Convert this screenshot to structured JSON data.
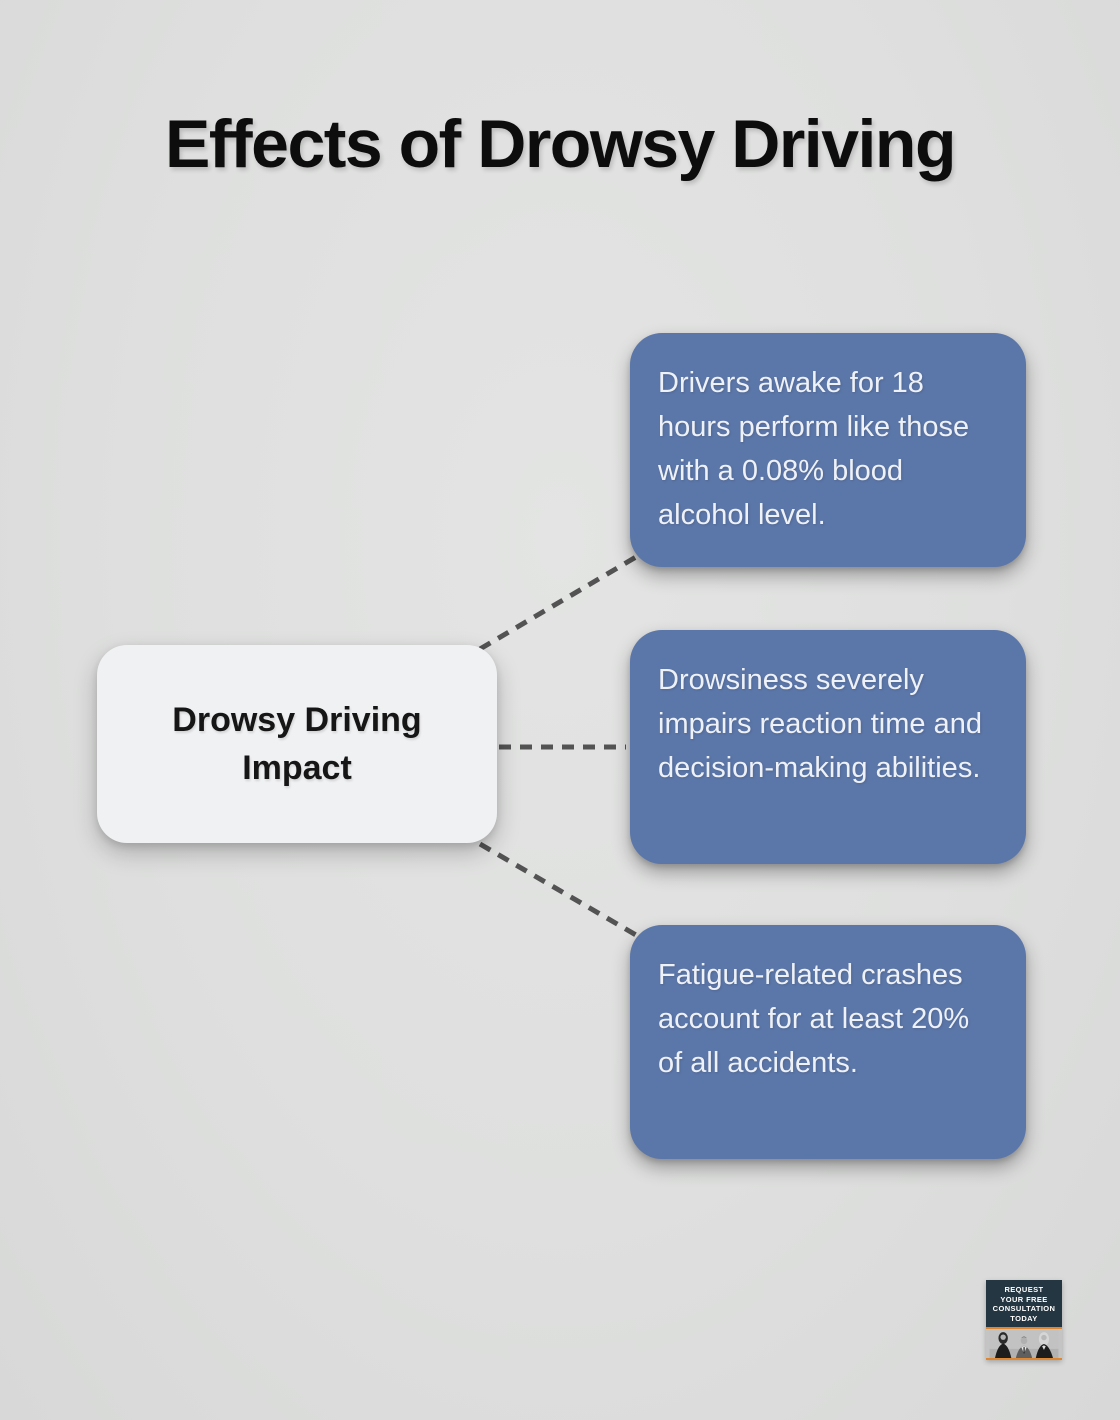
{
  "title": "Effects of Drowsy Driving",
  "center_node": {
    "label": "Drowsy Driving Impact"
  },
  "facts": [
    {
      "text": "Drivers awake for 18 hours perform like those with a 0.08% blood alcohol level."
    },
    {
      "text": "Drowsiness severely impairs reaction time and decision-making abilities."
    },
    {
      "text": "Fatigue-related crashes account for at least 20% of all accidents."
    }
  ],
  "badge": {
    "lines": [
      "REQUEST",
      "YOUR FREE",
      "CONSULTATION",
      "TODAY"
    ]
  },
  "colors": {
    "background": "#dfe0df",
    "fact_box_blue": "#5b76a8",
    "fact_text": "#eef1f6",
    "center_node_bg": "#f0f1f3",
    "center_node_text": "#161616",
    "title_text": "#0d0d0d",
    "connector_gray": "#535353",
    "badge_navy": "#243642",
    "badge_orange": "#e0862e"
  }
}
